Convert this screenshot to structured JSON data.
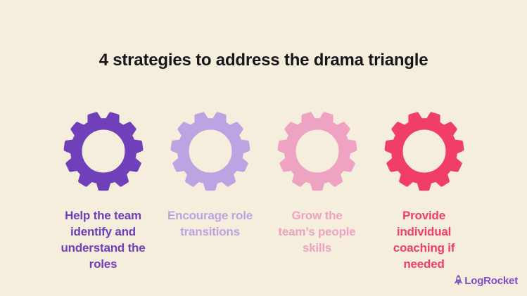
{
  "page": {
    "background_color": "#f5eedd"
  },
  "header": {
    "title": "4 strategies to address the drama triangle",
    "title_color": "#17161b"
  },
  "strategies": [
    {
      "icon": "gear-icon",
      "color": "#7040ba",
      "label": "Help the team\nidentify and\nunderstand the\nroles"
    },
    {
      "icon": "gear-icon",
      "color": "#bca4e2",
      "label": "Encourage role\ntransitions"
    },
    {
      "icon": "gear-icon",
      "color": "#efa3c2",
      "label": "Grow the\nteam’s people\nskills"
    },
    {
      "icon": "gear-icon",
      "color": "#f03e68",
      "label": "Provide\nindividual\ncoaching if\nneeded"
    }
  ],
  "footer": {
    "brand": "LogRocket",
    "brand_color": "#7b4ec3",
    "icon": "rocket-icon"
  }
}
